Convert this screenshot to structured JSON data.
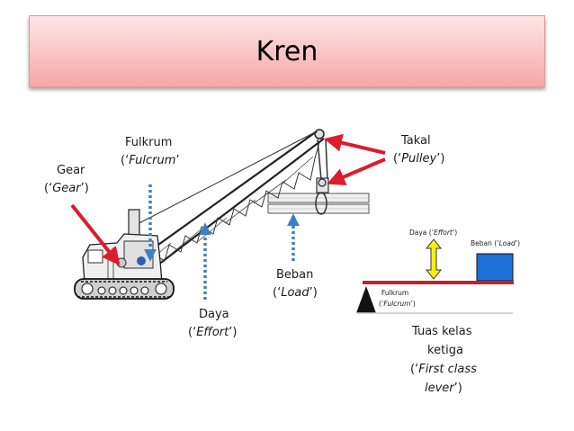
{
  "slide": {
    "title": "Kren"
  },
  "labels": {
    "gear": {
      "line1": "Gear",
      "line2_open": "(‘",
      "line2_term": "Gear",
      "line2_close": "’)"
    },
    "fulkrum": {
      "line1": "Fulkrum",
      "line2_open": "(‘",
      "line2_term": "Fulcrum",
      "line2_close": "’"
    },
    "takal": {
      "line1": "Takal",
      "line2_open": "(‘",
      "line2_term": "Pulley",
      "line2_close": "’)"
    },
    "beban": {
      "line1": "Beban",
      "line2_open": "(‘",
      "line2_term": "Load",
      "line2_close": "’)"
    },
    "daya": {
      "line1": "Daya",
      "line2_open": "(‘",
      "line2_term": "Effort",
      "line2_close": "’)"
    }
  },
  "lever_diagram": {
    "effort": {
      "prefix": "Daya (‘",
      "term": "Effort",
      "suffix": "’)"
    },
    "load": {
      "prefix": "Beban (‘",
      "term": "Load",
      "suffix": "’)"
    },
    "fulcrum_line1": "Fulkrum",
    "fulcrum_line2": {
      "prefix": "(‘",
      "term": "Fulcrum",
      "suffix": "’)"
    },
    "caption_line1": "Tuas kelas",
    "caption_line2": "ketiga",
    "caption_line3": {
      "prefix": "(‘",
      "term": "First class",
      "suffix": ""
    },
    "caption_line4": {
      "term": "lever",
      "suffix": "’)"
    }
  },
  "colors": {
    "arrow_red": "#dd1c2b",
    "dotted_blue": "#3d7fc4",
    "lever_bar": "#c0222b",
    "load_box": "#1e6fd8",
    "effort_arrow": "#f5f011"
  }
}
